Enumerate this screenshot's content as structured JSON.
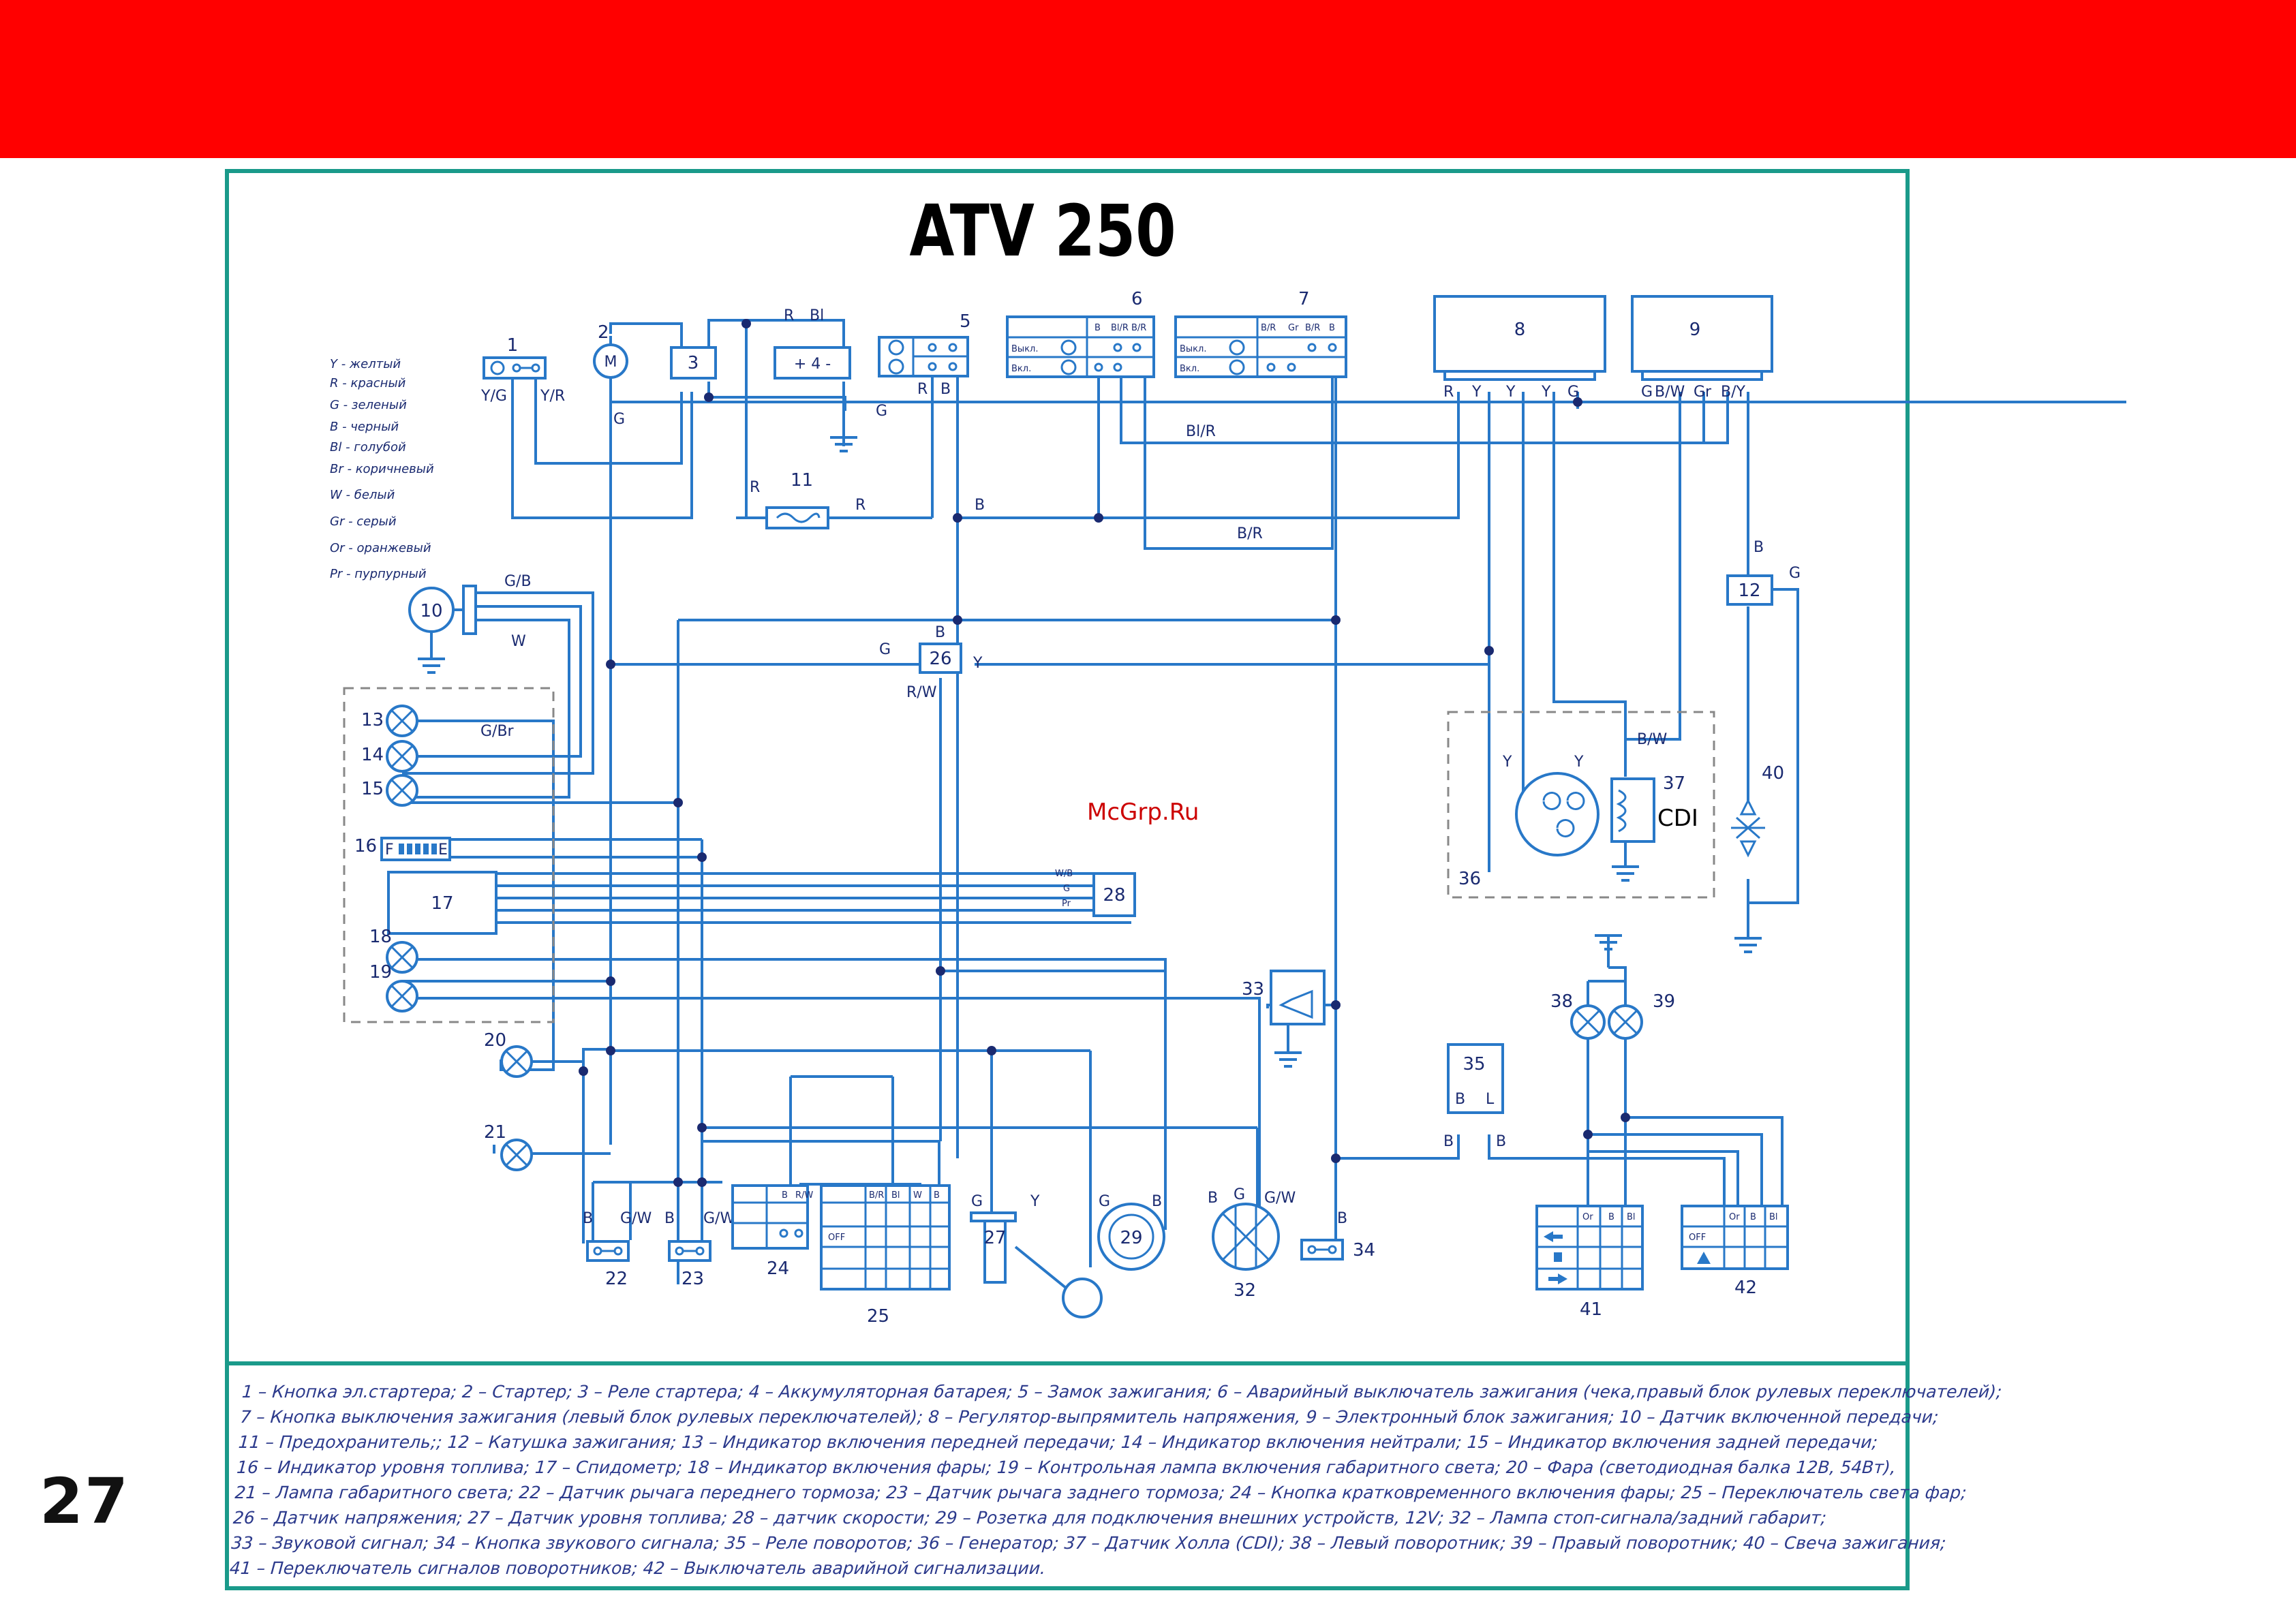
{
  "page": {
    "number": "27",
    "banner_color": "#ff0000",
    "frame_color": "#1a9a8a",
    "wire_color": "#2878c8",
    "watermark": "McGrp.Ru",
    "watermark_color": "#cc0000"
  },
  "diagram": {
    "title": "ATV 250",
    "color_codes": [
      "Y - желтый",
      "R - красный",
      "G - зеленый",
      "B - черный",
      "Bl - голубой",
      "Br - коричневый",
      "W - белый",
      "Gr - серый",
      "Or - оранжевый",
      "Pr - пурпурный"
    ],
    "component_numbers": {
      "n1": "1",
      "n2": "2",
      "n3": "3",
      "n4": "4",
      "n5": "5",
      "n6": "6",
      "n7": "7",
      "n8": "8",
      "n9": "9",
      "n10": "10",
      "n11": "11",
      "n12": "12",
      "n13": "13",
      "n14": "14",
      "n15": "15",
      "n16": "16",
      "n17": "17",
      "n18": "18",
      "n19": "19",
      "n20": "20",
      "n21": "21",
      "n22": "22",
      "n23": "23",
      "n24": "24",
      "n25": "25",
      "n26": "26",
      "n27": "27",
      "n28": "28",
      "n29": "29",
      "n32": "32",
      "n33": "33",
      "n34": "34",
      "n35": "35",
      "n36": "36",
      "n37": "37",
      "n38": "38",
      "n39": "39",
      "n40": "40",
      "n41": "41",
      "n42": "42"
    },
    "switch_labels": {
      "off": "Выкл.",
      "on": "Вкл.",
      "off_en": "OFF",
      "fuel_f": "F",
      "fuel_e": "E",
      "cdi": "CDI",
      "battery": "+ 4 -",
      "motor": "M"
    },
    "wire_labels": {
      "yg": "Y/G",
      "yr": "Y/R",
      "g": "G",
      "r": "R",
      "b": "B",
      "bl": "Bl",
      "blr": "Bl/R",
      "br": "B/R",
      "gb": "G/B",
      "w": "W",
      "gbr": "G/Br",
      "rw": "R/W",
      "y": "Y",
      "wb": "W/B",
      "pr": "Pr",
      "gw": "G/W",
      "bw": "B/W",
      "gr": "Gr",
      "by": "B/Y",
      "l": "L",
      "or": "Or"
    }
  },
  "legend": [
    "1 – Кнопка эл.стартера; 2 – Стартер; 3 – Реле стартера; 4 – Аккумуляторная батарея; 5 – Замок зажигания; 6 – Аварийный выключатель зажигания (чека,правый блок рулевых переключателей);",
    "7 – Кнопка выключения зажигания (левый блок рулевых переключателей); 8 – Регулятор-выпрямитель напряжения, 9 – Электронный блок зажигания; 10 – Датчик включенной передачи;",
    "11 – Предохранитель;; 12 – Катушка зажигания; 13 – Индикатор включения передней передачи; 14 – Индикатор включения нейтрали; 15 – Индикатор включения задней передачи;",
    "16 – Индикатор уровня топлива; 17 – Спидометр; 18 – Индикатор включения фары; 19 – Контрольная лампа включения габаритного света; 20 – Фара (светодиодная балка 12В, 54Вт),",
    "21 – Лампа габаритного света; 22 – Датчик рычага переднего тормоза; 23 – Датчик рычага заднего тормоза; 24 – Кнопка кратковременного включения фары; 25 – Переключатель света фар;",
    "26 – Датчик напряжения; 27 – Датчик уровня топлива; 28 – датчик скорости; 29 – Розетка для подключения внешних устройств, 12V; 32 – Лампа стоп-сигнала/задний габарит;",
    "33 – Звуковой сигнал; 34 – Кнопка звукового сигнала; 35 – Реле поворотов; 36 – Генератор; 37 – Датчик Холла (CDI); 38 – Левый поворотник; 39 – Правый поворотник; 40 – Свеча зажигания;",
    "41 – Переключатель сигналов поворотников; 42 – Выключатель аварийной сигнализации."
  ]
}
